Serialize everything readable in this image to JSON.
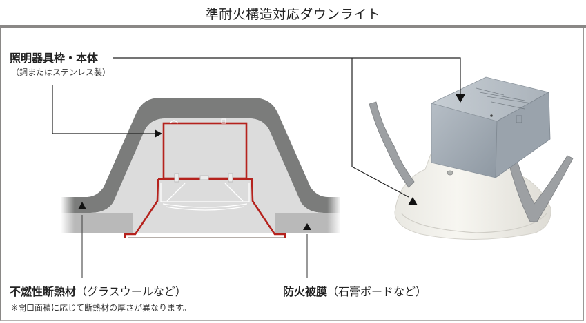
{
  "header": {
    "title": "準耐火構造対応ダウンライト"
  },
  "callouts": {
    "fixture_frame": {
      "label": "照明器具枠・本体",
      "sublabel": "（鋼またはステンレス製）"
    },
    "insulation": {
      "label": "不燃性断熱材",
      "label_paren": "（グラスウールなど）",
      "note": "※開口面積に応じて断熱材の厚さが異なります。"
    },
    "fire_coating": {
      "label": "防火被膜",
      "label_paren": "（石膏ボードなど）"
    }
  },
  "illustrations": {
    "cross_section": "cross-section-diagram",
    "product_photo": "downlight-product-photo"
  },
  "colors": {
    "frame_border": "#8a8886",
    "insulation": "#7b7c7b",
    "cavity": "#dcdcdc",
    "board": "#b9b9b9",
    "fixture_outline": "#b5221d",
    "housing": "#a7b0b8",
    "trim": "#f1f0ea",
    "spring": "#9da0a3"
  }
}
